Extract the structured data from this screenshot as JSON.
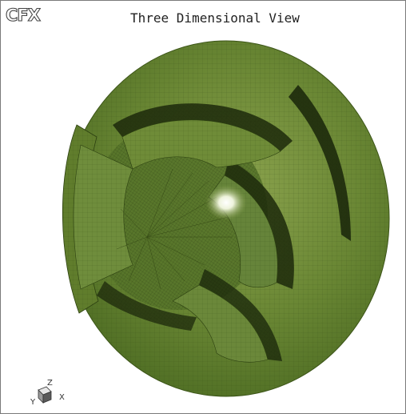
{
  "window": {
    "logo": "CFX",
    "title": "Three Dimensional View"
  },
  "scene": {
    "object": "impeller-mesh",
    "mesh_color": "#5e7a2c",
    "highlight_color": "#f4f6ec",
    "background": "#ffffff"
  },
  "axis_triad": {
    "z_label": "Z",
    "x_label": "X",
    "y_label": "Y"
  }
}
